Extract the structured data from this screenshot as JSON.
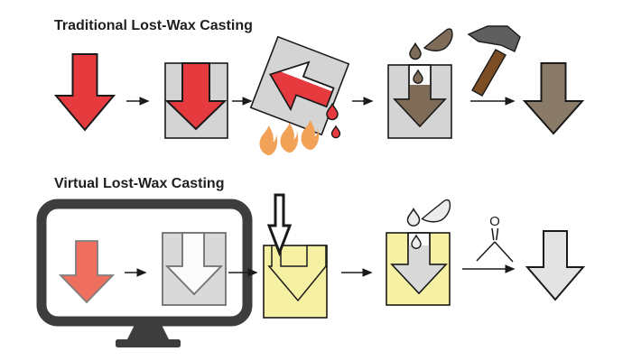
{
  "titles": {
    "traditional": "Traditional Lost-Wax Casting",
    "virtual": "Virtual Lost-Wax Casting"
  },
  "labels": {
    "acetone_atom": "O"
  },
  "icons": {
    "traditional_sequence": [
      "wax-model-arrow",
      "flow-arrow",
      "invested-wax-mold",
      "flow-arrow",
      "burnout-tilted-mold-with-flames-and-wax-drips",
      "flow-arrow",
      "bronze-pour-into-mold-with-crucible-and-drips",
      "hammer-over-flow-arrow",
      "bronze-cast-arrow"
    ],
    "virtual_sequence": [
      "computer-monitor-with-virtual-model-and-virtual-mold",
      "flow-arrow",
      "printed-mold-with-injection-arrow",
      "flow-arrow",
      "gray-pour-into-printed-mold-with-drips",
      "acetone-structure-over-flow-arrow",
      "final-cast-arrow"
    ]
  },
  "colors": {
    "background": "#ffffff",
    "outline": "#1a1a1a",
    "text": "#1f1f1f",
    "red": "#e63b3e",
    "salmon": "#ee6f5e",
    "salmon_outline": "#7e7e7e",
    "gray_box": "#d4d4d4",
    "gray_cast": "#d9d9d9",
    "light_gray_arrow": "#e3e3e3",
    "white": "#ffffff",
    "near_white": "#fbfbfb",
    "drip_gray": "#ececec",
    "bronze": "#7e6c58",
    "bronze_cast": "#8a7a68",
    "yellow": "#f6f0a2",
    "flame_orange": "#f2a257",
    "monitor_bezel": "#3d3d3d",
    "monitor_mold_outline": "#707070",
    "hammer_head": "#5f5f5f",
    "hammer_handle": "#7d4e24"
  }
}
